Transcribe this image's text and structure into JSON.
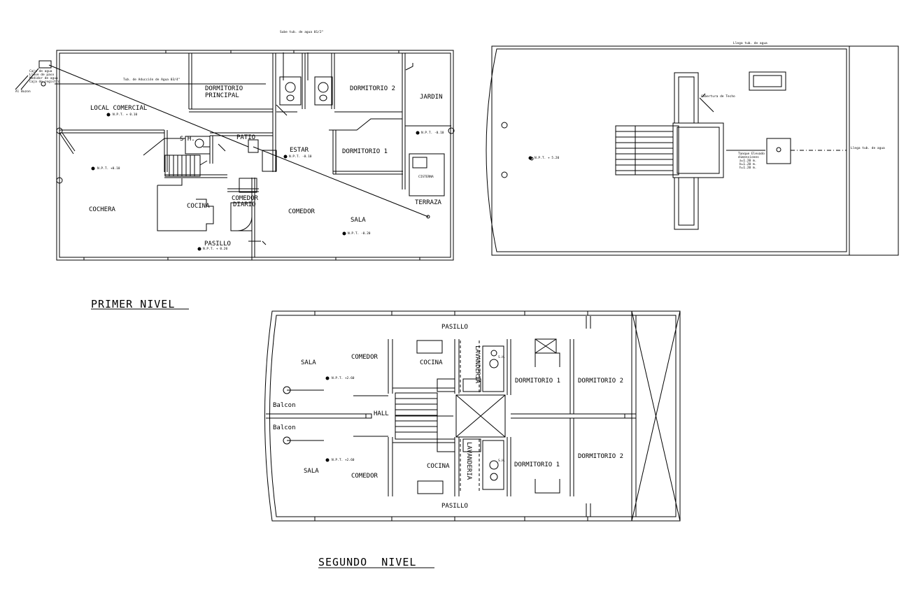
{
  "titles": {
    "primer_nivel": "PRIMER NIVEL",
    "segundo_nivel": "SEGUNDO  NIVEL"
  },
  "primer_nivel": {
    "rooms": {
      "local_comercial": "LOCAL COMERCIAL",
      "dormitorio_principal_1": "DORMITORIO",
      "dormitorio_principal_2": "PRINCIPAL",
      "dormitorio_2": "DORMITORIO 2",
      "jardin": "JARDIN",
      "patio": "PATIO",
      "estar": "ESTAR",
      "dormitorio_1": "DORMITORIO 1",
      "sshh": "S.H.",
      "cochera": "COCHERA",
      "cocina": "COCINA",
      "comedor_diario_1": "COMEDOR",
      "comedor_diario_2": "DIARIO",
      "comedor": "COMEDOR",
      "sala": "SALA",
      "terraza": "TERRAZA",
      "pasillo": "PASILLO"
    },
    "levels": {
      "local": "N.P.T. + 0.10",
      "cochera": "N.P.T. +0.10",
      "jardin": "N.P.T. -0.10",
      "estar": "N.P.T. -0.10",
      "sala": "N.P.T. -0.20",
      "pasillo": "N.P.T. + 0.20"
    },
    "notes": {
      "tub_agua_top": "Sube tub. de agua 01/2\"",
      "tub_aducción": "Tub. de Aducción de Agua 03/4\"",
      "al_buzon": "Al Buzon",
      "medidor_1": "Caja de agua",
      "medidor_2": "Llave de paso",
      "medidor_3": "Medidor de agua",
      "medidor_4": "Caja de registro",
      "cisterna": "CISTERNA"
    }
  },
  "techo": {
    "level": "N.P.T. + 5.20",
    "notes": {
      "cobertura": "Cobertura de Techo",
      "tanque_1": "Tanque Elevado",
      "tanque_2": "dimensiones",
      "tanque_3": "a=1.20 m.",
      "tanque_4": "b=1.20 m.",
      "tanque_5": "h=1.20 m.",
      "top_note": "Llega tub. de agua",
      "side_note": "Llega tub. de agua"
    }
  },
  "segundo_nivel": {
    "rooms": {
      "pasillo_top": "PASILLO",
      "sala_top": "SALA",
      "comedor_top": "COMEDOR",
      "cocina_top": "COCINA",
      "lavanderia_top": "LAVANDERIA",
      "sh_top": "S.H.",
      "dormitorio_1_top": "DORMITORIO 1",
      "dormitorio_2_top": "DORMITORIO 2",
      "balcon_top": "Balcon",
      "hall": "HALL",
      "balcon_bottom": "Balcon",
      "sala_bottom": "SALA",
      "comedor_bottom": "COMEDOR",
      "cocina_bottom": "COCINA",
      "lavanderia_bottom": "LAVANDERIA",
      "sh_bottom": "S.H.",
      "dormitorio_1_bottom": "DORMITORIO 1",
      "dormitorio_2_bottom": "DORMITORIO 2",
      "pasillo_bottom": "PASILLO"
    },
    "levels": {
      "sala_top": "N.P.T. +2.60",
      "sala_bottom": "N.P.T. +2.60"
    }
  }
}
